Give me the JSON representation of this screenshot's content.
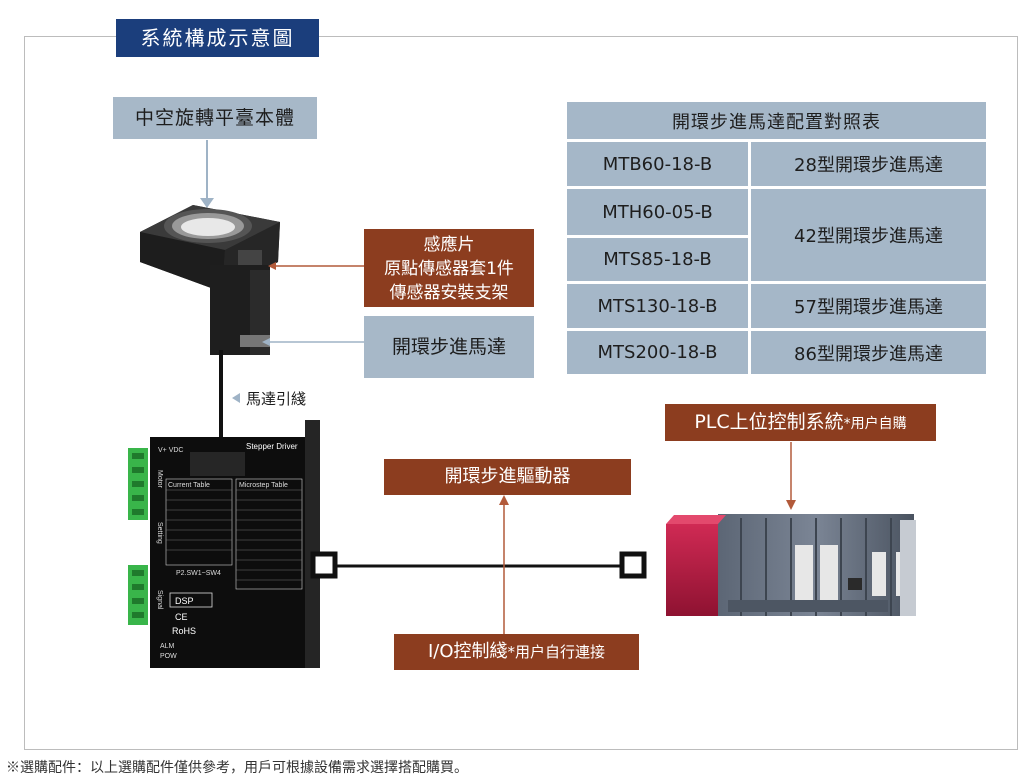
{
  "title": "系統構成示意圖",
  "labels": {
    "rotary_body": "中空旋轉平臺本體",
    "sensor_line1": "感應片",
    "sensor_line2": "原點傳感器套1件",
    "sensor_line3": "傳感器安裝支架",
    "motor": "開環步進馬達",
    "motor_lead": "馬達引綫",
    "driver": "開環步進驅動器",
    "plc_main": "PLC上位控制系統",
    "plc_note": "*用户自購",
    "io_main": "I/O控制綫",
    "io_note": "*用户自行連接"
  },
  "config_table": {
    "header": "開環步進馬達配置對照表",
    "rows": [
      {
        "model": "MTB60-18-B",
        "motor": "28型開環步進馬達"
      },
      {
        "model": "MTH60-05-B",
        "motor": "42型開環步進馬達"
      },
      {
        "model": "MTS85-18-B",
        "motor": ""
      },
      {
        "model": "MTS130-18-B",
        "motor": "57型開環步進馬達"
      },
      {
        "model": "MTS200-18-B",
        "motor": "86型開環步進馬達"
      }
    ]
  },
  "driver_panel": {
    "brand": "Stepper Driver",
    "current_table": "Current Table",
    "microstep_table": "Microstep Table",
    "motor_label": "Motor",
    "setting_label": "Setting",
    "signal_label": "Signal",
    "dsp": "DSP",
    "ce": "CE",
    "rohs": "RoHS",
    "sw_caption": "P2.SW1~SW4",
    "alm": "ALM",
    "pow": "POW",
    "voltage": "V+ VDC"
  },
  "footnote": "※選購配件：以上選購配件僅供參考，用戶可根據設備需求選擇搭配購買。",
  "colors": {
    "navy": "#1b3e7c",
    "blue_grey": "#a7b8c8",
    "brown": "#8c3d1f",
    "arrow_blue": "#9fb3c6",
    "arrow_brown": "#b25a3a"
  }
}
